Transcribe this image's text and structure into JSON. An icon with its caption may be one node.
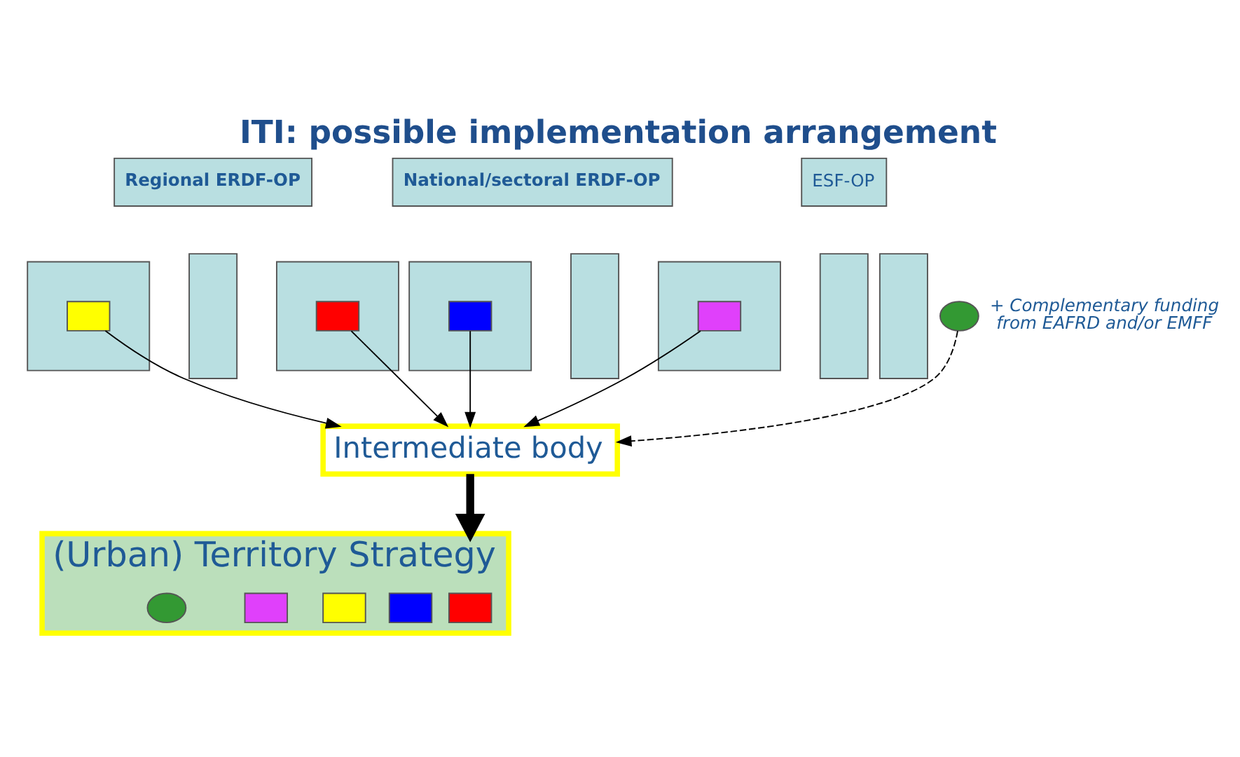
{
  "diagram": {
    "title": "ITI: possible implementation arrangement",
    "nodes": [
      {
        "text": [
          "Regional ERDF-OP"
        ]
      },
      {
        "text": [],
        "shape": "bar"
      },
      {
        "text": [],
        "shape": "box",
        "in": 1
      },
      {
        "text": [],
        "shape": "bar"
      },
      {
        "text": [],
        "shape": "bar"
      },
      {
        "text": [],
        "shape": "box",
        "in": 4
      },
      {
        "text": [
          "National/sectoral ERDF-OP"
        ]
      },
      {
        "text": [],
        "shape": "bar"
      },
      {
        "text": [],
        "shape": "box",
        "in": 7
      },
      {
        "text": [],
        "shape": "bar"
      },
      {
        "text": [
          "ESF-OP"
        ]
      },
      {
        "text": [],
        "shape": "bar"
      },
      {
        "text": [],
        "shape": "box",
        "in": 11
      },
      {
        "text": [],
        "shape": "bar"
      },
      {
        "text": [],
        "shape": "bar"
      },
      {
        "text": [
          "Intermediate body"
        ]
      },
      {
        "text": [
          "(Urban) Territory Strategy"
        ]
      },
      {
        "text": [],
        "shape": "box",
        "in": 16
      },
      {
        "text": [],
        "shape": "box",
        "in": 16
      },
      {
        "text": [],
        "shape": "box",
        "in": 16
      },
      {
        "text": [],
        "shape": "box",
        "in": 16
      },
      {
        "text": [],
        "shape": "circle",
        "in": 16
      },
      {
        "text": [],
        "shape": "circle",
        "beside": [
          "+ Complementary funding from EAFRD and/or EMFF"
        ]
      }
    ],
    "edges": [
      {
        "from": 2,
        "to": 15,
        "arrow": "to"
      },
      {
        "from": 5,
        "to": 15,
        "arrow": "to"
      },
      {
        "from": 8,
        "to": 15,
        "arrow": "to"
      },
      {
        "from": 12,
        "to": 15,
        "arrow": "to"
      },
      {
        "from": 22,
        "to": 15,
        "arrow": "to",
        "style": "dashed"
      },
      {
        "from": 15,
        "to": 16,
        "arrow": "to",
        "style": "thick"
      }
    ]
  }
}
